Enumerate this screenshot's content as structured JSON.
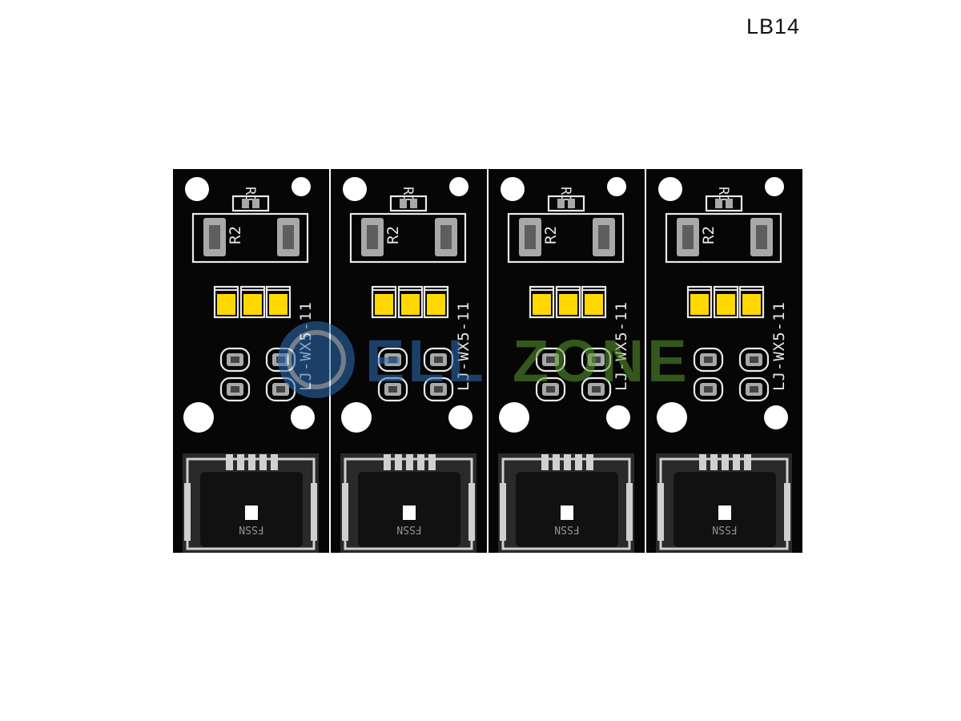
{
  "product_code": "LB14",
  "boards": [
    {
      "ref_r1": "R1",
      "ref_r2": "R2",
      "model": "LJ-WX5-11"
    },
    {
      "ref_r1": "R1",
      "ref_r2": "R2",
      "model": "LJ-WX5-11"
    },
    {
      "ref_r1": "R1",
      "ref_r2": "R2",
      "model": "LJ-WX5-11"
    },
    {
      "ref_r1": "R1",
      "ref_r2": "R2",
      "model": "LJ-WX5-11"
    }
  ],
  "connector_marking": "FSSN",
  "watermark": {
    "text": "ELL ZONE",
    "left": "ELL",
    "right": "ZONE"
  },
  "colors": {
    "pcb": "#060606",
    "silkscreen": "#e9e9e9",
    "led": "#ffd800",
    "pad": "#a8a8a8",
    "watermark_blue": "#2f6fb8",
    "watermark_green": "#5a9a2e"
  }
}
